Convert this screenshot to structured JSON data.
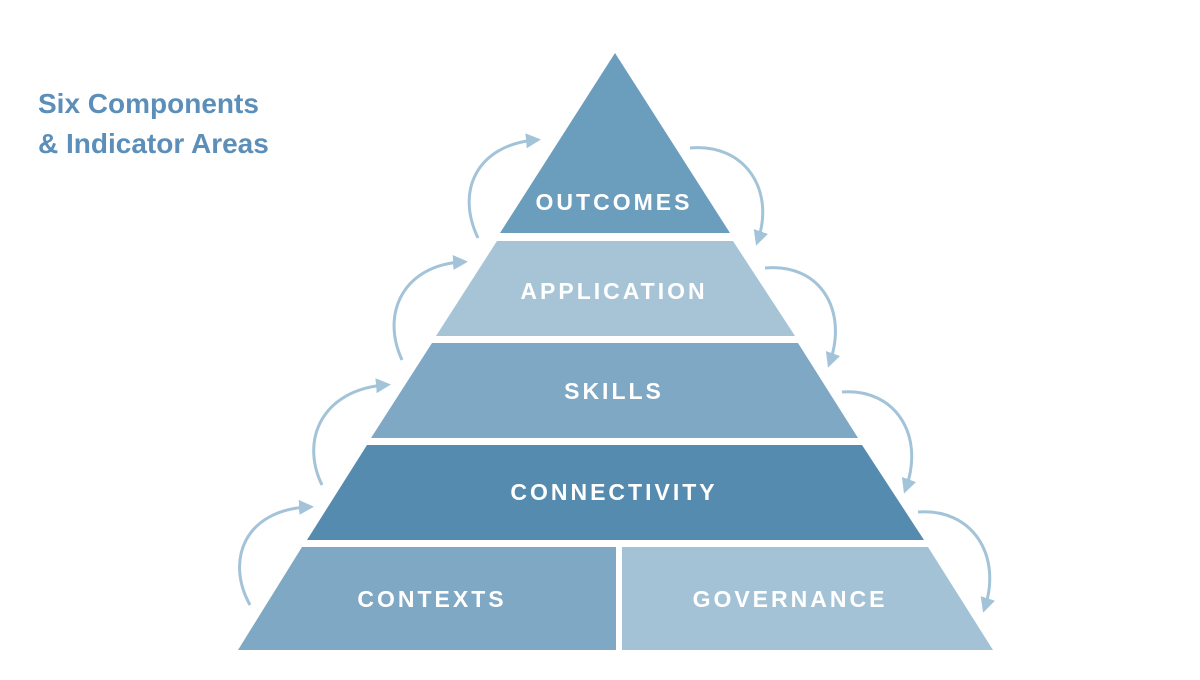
{
  "title": {
    "line1": "Six Components",
    "line2": "& Indicator Areas"
  },
  "layers": {
    "outcomes": {
      "label": "OUTCOMES",
      "color": "#6b9dbd"
    },
    "application": {
      "label": "APPLICATION",
      "color": "#a7c4d7"
    },
    "skills": {
      "label": "SKILLS",
      "color": "#7ea8c4"
    },
    "connectivity": {
      "label": "CONNECTIVITY",
      "color": "#568bb0"
    },
    "contexts": {
      "label": "CONTEXTS",
      "color": "#7ea8c4"
    },
    "governance": {
      "label": "GOVERNANCE",
      "color": "#a4c2d6"
    }
  },
  "arrow_color": "#a3c3d8"
}
